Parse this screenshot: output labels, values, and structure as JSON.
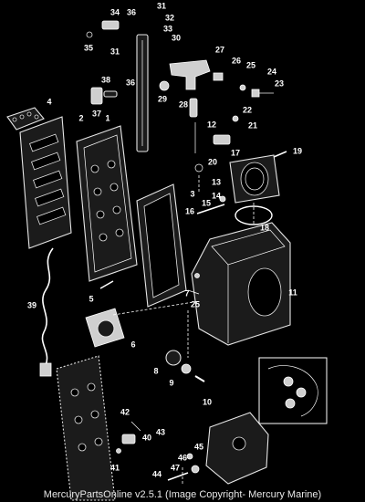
{
  "diagram": {
    "callouts": [
      "1",
      "2",
      "3",
      "4",
      "5",
      "6",
      "7",
      "8",
      "9",
      "10",
      "11",
      "12",
      "13",
      "14",
      "15",
      "16",
      "17",
      "18",
      "19",
      "20",
      "21",
      "22",
      "23",
      "24",
      "25",
      "26",
      "27",
      "28",
      "29",
      "30",
      "31",
      "32",
      "33",
      "34",
      "35",
      "36",
      "37",
      "38",
      "39",
      "40",
      "41",
      "42",
      "43",
      "44",
      "45",
      "46",
      "47"
    ],
    "extra_callouts": {
      "c25b": "25",
      "c31b": "31",
      "c36b": "36"
    }
  },
  "footer": {
    "text": "MercuryPartsOnline v2.5.1 (Image Copyright- Mercury Marine)"
  }
}
